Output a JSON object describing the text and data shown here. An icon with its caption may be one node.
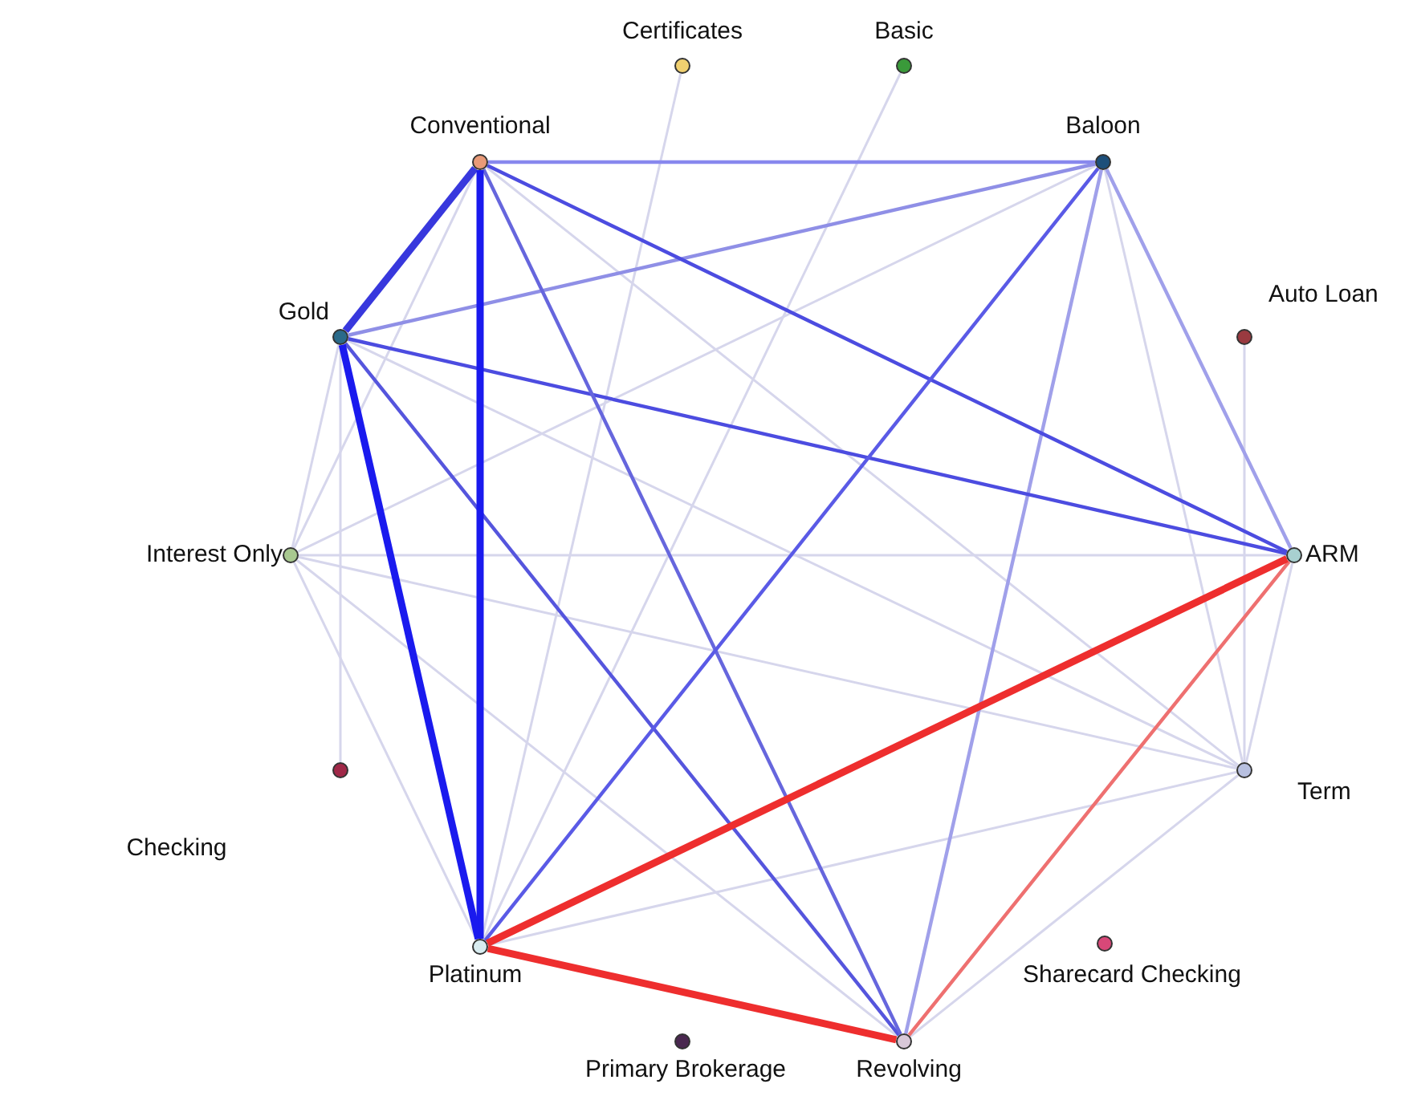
{
  "diagram": {
    "nodes": [
      {
        "text": [
          "Certificates"
        ]
      },
      {
        "text": [
          "Basic"
        ]
      },
      {
        "text": [
          "Conventional"
        ]
      },
      {
        "text": [
          "Baloon"
        ]
      },
      {
        "text": [
          "Gold"
        ]
      },
      {
        "text": [
          "Auto Loan"
        ]
      },
      {
        "text": [
          "Interest Only"
        ]
      },
      {
        "text": [
          "ARM"
        ]
      },
      {
        "text": [],
        "shape": "circle"
      },
      {
        "text": [
          "Term"
        ]
      },
      {
        "text": [
          "Platinum"
        ]
      },
      {
        "text": [
          "Sharecard Checking"
        ]
      },
      {
        "text": [
          "Primary Brokerage"
        ]
      },
      {
        "text": [
          "Revolving"
        ]
      }
    ],
    "edges": [
      {
        "from": 0,
        "to": 10,
        "arrow": "none"
      },
      {
        "from": 1,
        "to": 10,
        "arrow": "none"
      },
      {
        "from": 6,
        "to": 7,
        "arrow": "none"
      },
      {
        "from": 5,
        "to": 9,
        "arrow": "none"
      },
      {
        "from": 4,
        "to": 8,
        "arrow": "none"
      },
      {
        "from": 6,
        "to": 4,
        "arrow": "none"
      },
      {
        "from": 6,
        "to": 2,
        "arrow": "none"
      },
      {
        "from": 6,
        "to": 10,
        "arrow": "none"
      },
      {
        "from": 6,
        "to": 9,
        "arrow": "none"
      },
      {
        "from": 6,
        "to": 3,
        "arrow": "none"
      },
      {
        "from": 4,
        "to": 9,
        "arrow": "none"
      },
      {
        "from": 2,
        "to": 9,
        "arrow": "none"
      },
      {
        "from": 10,
        "to": 9,
        "arrow": "none"
      },
      {
        "from": 13,
        "to": 9,
        "arrow": "none"
      },
      {
        "from": 7,
        "to": 9,
        "arrow": "none"
      },
      {
        "from": 6,
        "to": 13,
        "arrow": "none"
      },
      {
        "from": 3,
        "to": 9,
        "arrow": "none"
      },
      {
        "from": 2,
        "to": 3,
        "arrow": "none",
        "color": "#8888ee"
      },
      {
        "from": 4,
        "to": 3,
        "arrow": "none",
        "color": "#8f8fe6"
      },
      {
        "from": 3,
        "to": 13,
        "arrow": "none",
        "color": "#a0a0ea"
      },
      {
        "from": 3,
        "to": 7,
        "arrow": "none",
        "color": "#a0a0ea"
      },
      {
        "from": 13,
        "to": 7,
        "arrow": "none",
        "color": "#ee7070"
      },
      {
        "from": 2,
        "to": 7,
        "arrow": "none",
        "color": "#4c4ce0"
      },
      {
        "from": 4,
        "to": 7,
        "arrow": "none",
        "color": "#4c4ce0"
      },
      {
        "from": 4,
        "to": 13,
        "arrow": "none",
        "color": "#5555dd"
      },
      {
        "from": 2,
        "to": 13,
        "arrow": "none",
        "color": "#6666dd"
      },
      {
        "from": 3,
        "to": 10,
        "arrow": "none",
        "color": "#5a5ae6"
      },
      {
        "from": 2,
        "to": 4,
        "arrow": "none",
        "style": "thick",
        "color": "#3838dd"
      },
      {
        "from": 2,
        "to": 10,
        "arrow": "none",
        "style": "thick",
        "color": "#1a1aee"
      },
      {
        "from": 4,
        "to": 10,
        "arrow": "none",
        "style": "thick",
        "color": "#1a1aee"
      },
      {
        "from": 10,
        "to": 7,
        "arrow": "none",
        "style": "thick",
        "color": "#ee2e2e"
      },
      {
        "from": 10,
        "to": 13,
        "arrow": "none",
        "style": "thick",
        "color": "#ee2e2e"
      }
    ],
    "labels": [
      "Checking"
    ]
  }
}
